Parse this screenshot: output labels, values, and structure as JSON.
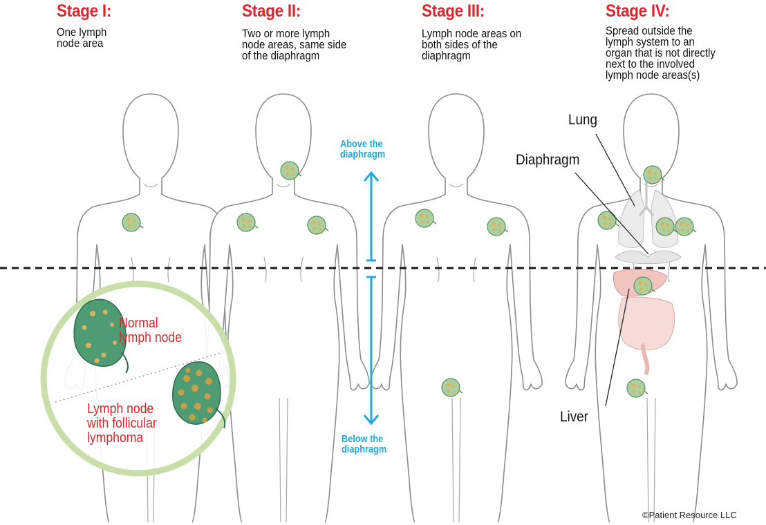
{
  "stages": [
    {
      "title": "Stage I:",
      "lines": [
        "One lymph",
        "node area"
      ]
    },
    {
      "title": "Stage II:",
      "lines": [
        "Two or more lymph",
        "node areas, same side",
        "of the diaphragm"
      ]
    },
    {
      "title": "Stage III:",
      "lines": [
        "Lymph node areas on",
        "both sides of the",
        "diaphragm"
      ]
    },
    {
      "title": "Stage IV:",
      "lines": [
        "Spread outside the",
        "lymph system to an",
        "organ that is not directly",
        "next to the involved",
        "lymph node areas(s)"
      ]
    }
  ],
  "diaphragm_markers": {
    "above": [
      "Above the",
      "diaphragm"
    ],
    "below": [
      "Below the",
      "diaphragm"
    ]
  },
  "organ_labels": {
    "lung": "Lung",
    "diaphragm": "Diaphragm",
    "liver": "Liver"
  },
  "inset": {
    "normal": [
      "Normal",
      "lymph node"
    ],
    "lymphoma": [
      "Lymph node",
      "with follicular",
      "lymphoma"
    ]
  },
  "credit": "©Patient Resource LLC",
  "colors": {
    "stage_red": "#e0242b",
    "marker_cyan": "#1fa8e1",
    "node_green": "#9bc79a",
    "inset_ring": "#c9dfa9",
    "outline": "#8c8c8c"
  }
}
